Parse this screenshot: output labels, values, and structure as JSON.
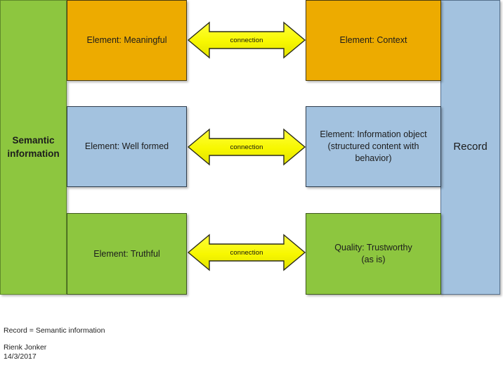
{
  "diagram": {
    "title_text": "Record = Semantic information",
    "columns": {
      "left_band": {
        "label": "Semantic information"
      },
      "right_band": {
        "label": "Record"
      }
    },
    "rows": [
      {
        "left_box": {
          "label": "Element: Meaningful",
          "color": "#EDAB00"
        },
        "connector": {
          "label": "connection",
          "color": "#F5F500",
          "direction": "bidirectional"
        },
        "right_box": {
          "label": "Element: Context",
          "color": "#EDAB00"
        }
      },
      {
        "left_box": {
          "label": "Element: Well formed",
          "color": "#A3C2DF"
        },
        "connector": {
          "label": "connection",
          "color": "#F5F500",
          "direction": "bidirectional"
        },
        "right_box": {
          "label": "Element: Information object\n(structured content with\nbehavior)",
          "color": "#A3C2DF"
        }
      },
      {
        "left_box": {
          "label": "Element: Truthful",
          "color": "#8DC63F"
        },
        "connector": {
          "label": "connection",
          "color": "#F5F500",
          "direction": "bidirectional"
        },
        "right_box": {
          "label": "Quality: Trustworthy\n(as is)",
          "color": "#8DC63F"
        }
      }
    ]
  },
  "footer": {
    "note": "Record = Semantic information",
    "author": "Rienk Jonker",
    "date": "14/3/2017"
  },
  "colors": {
    "green": "#8DC63F",
    "orange": "#EDAB00",
    "blue": "#A3C2DF",
    "yellow": "#F5F500",
    "background": "#FFFFFF"
  }
}
